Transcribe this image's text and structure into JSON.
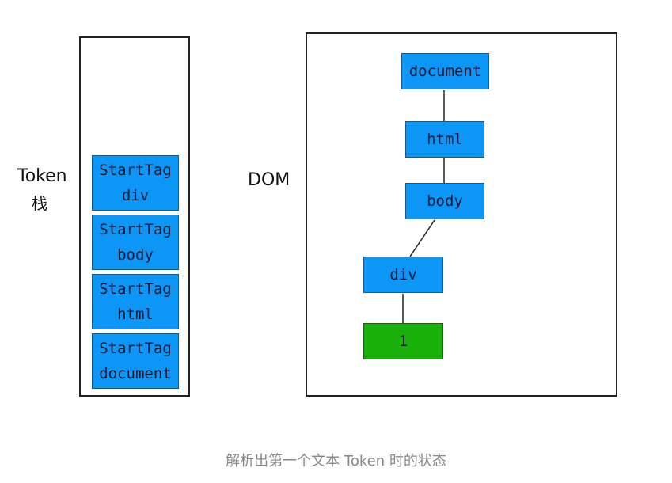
{
  "stack": {
    "label_line1": "Token",
    "label_line2": "栈",
    "items": [
      {
        "line1": "StartTag",
        "line2": "div"
      },
      {
        "line1": "StartTag",
        "line2": "body"
      },
      {
        "line1": "StartTag",
        "line2": "html"
      },
      {
        "line1": "StartTag",
        "line2": "document"
      }
    ]
  },
  "dom": {
    "label": "DOM",
    "nodes": {
      "document": "document",
      "html": "html",
      "body": "body",
      "div": "div",
      "text": "1"
    }
  },
  "colors": {
    "element_node": "#0c96f5",
    "text_node": "#1ab00a"
  },
  "caption": "解析出第一个文本 Token 时的状态"
}
